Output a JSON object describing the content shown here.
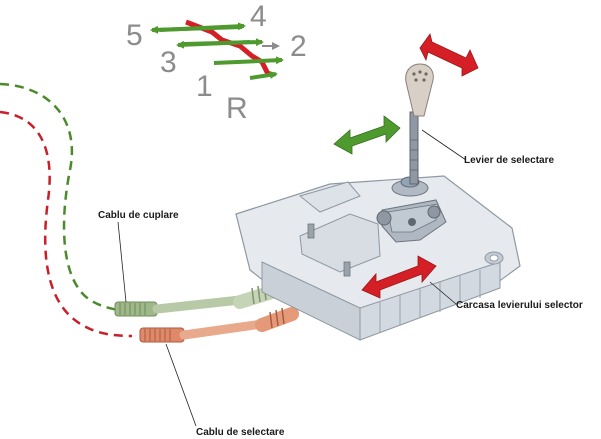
{
  "gear_pattern": {
    "numbers": [
      "5",
      "4",
      "3",
      "2",
      "1",
      "R"
    ]
  },
  "labels": {
    "selector_lever": "Levier de selectare",
    "coupling_cable": "Cablu de cuplare",
    "selector_housing": "Carcasa levierului selector",
    "selection_cable": "Cablu de selectare"
  },
  "colors": {
    "green": "#4e9a2f",
    "red": "#d41f26",
    "cable_green_dash": "#4a8a2a",
    "cable_red_dash": "#c8202a",
    "housing": "#dfe4ea",
    "housing_dark": "#b9c0c9",
    "cable_green_sleeve": "#9fb88a",
    "cable_red_sleeve": "#e0896a",
    "gear_text": "#8c8c8c"
  }
}
